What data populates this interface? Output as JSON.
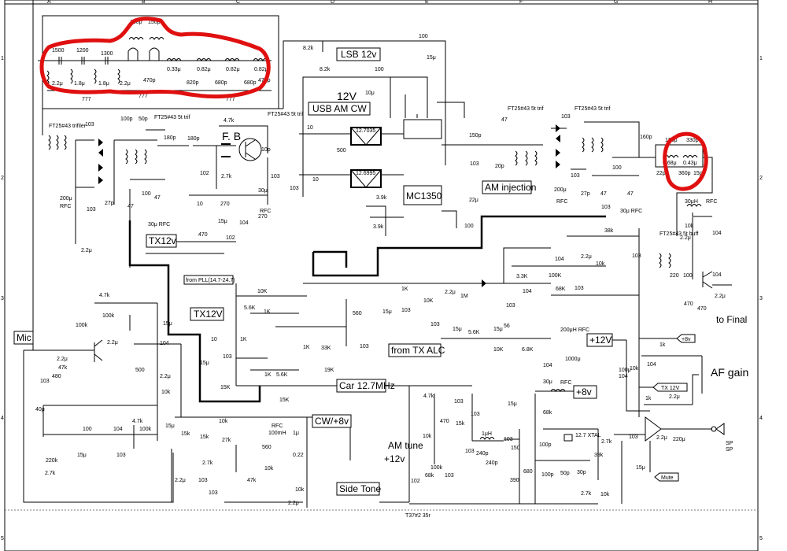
{
  "grid": {
    "columns": [
      "A",
      "B",
      "C",
      "D",
      "E",
      "F",
      "G",
      "H"
    ],
    "rows": [
      "1",
      "2",
      "3",
      "4",
      "5"
    ]
  },
  "boxed_labels": {
    "lsb": "LSB 12v",
    "usb_am_cw": "USB AM CW",
    "v12": "12V",
    "am_injection": "AM injection",
    "tx12v_upper": "TX12v",
    "tx12v_lower": "TX12V",
    "from_pll": "from PLL(14.7-24.7)",
    "from_tx_alc": "from TX ALC",
    "car": "Car 12.7MHz",
    "plus12v": "+12V",
    "plus8v": "+8v",
    "cw8v": "CW/+8v",
    "side_tone": "Side Tone",
    "mic": "Mic",
    "mute": "Mute",
    "tx12v_small": "TX 12V",
    "plus8v_small": "+8v"
  },
  "free_labels": {
    "fb": "F. B",
    "mc1350": "MC1350",
    "to_final": "to Final",
    "af_gain": "AF gain",
    "am_tune": "AM tune",
    "am_tune_v": "+12v",
    "xtal": "12.7 XTAL",
    "footer": "T37#2 35r",
    "sp": "SP",
    "filter1": "12.7035",
    "filter2": "12.6995"
  },
  "transformers": {
    "t1": "FT25#43 trifiler",
    "t2": "FT25#43 5t trif",
    "t3": "FT25#43 5t trif",
    "t4": "FT25#43 5t trif",
    "t5": "FT25#43 5t trif",
    "t6": "FT25#43 5t buff"
  },
  "lpf_values": {
    "caps_top": [
      "150p",
      "150p"
    ],
    "series_caps": [
      "1500",
      "1200",
      "1300"
    ],
    "shunt_ind": [
      "2.2μ",
      "1.8μ",
      "1.8μ",
      "2.2μ"
    ],
    "cap_470": "470p",
    "series_ind": [
      "0.33μ",
      "0.82μ",
      "0.82μ",
      "0.82μ"
    ],
    "shunt_caps": [
      "820p",
      "680p",
      "680p",
      "470p"
    ]
  },
  "bpf_values": {
    "caps": [
      "130p",
      "330p",
      "22p",
      "360p",
      "15p"
    ],
    "inductors": [
      "0.68μ",
      "0.43μ"
    ]
  },
  "component_labels": [
    "8.2k",
    "103",
    "100",
    "15μ",
    "8.2k",
    "103",
    "103",
    "100",
    "10μ",
    "103",
    "100p",
    "50p",
    "180p",
    "180p",
    "4.7k",
    "10p",
    "102",
    "2.7k",
    "103",
    "30μ",
    "RFC",
    "200μ",
    "RFC",
    "103",
    "27p",
    "47",
    "100",
    "47",
    "30μ RFC",
    "2.2μ",
    "10",
    "270",
    "15μ",
    "104",
    "270",
    "470",
    "102",
    "10",
    "10",
    "500",
    "103",
    "103",
    "3.9k",
    "3.9k",
    "103",
    "150p",
    "103",
    "22μ",
    "100",
    "47",
    "20p",
    "103",
    "103",
    "27p",
    "100",
    "47",
    "47",
    "200μ",
    "RFC",
    "30μ",
    "RFC",
    "160p",
    "30μH",
    "RFC",
    "38k",
    "2.2μ",
    "10k",
    "103",
    "104",
    "10k",
    "220",
    "100",
    "470",
    "470",
    "104",
    "2.2μ",
    "10K",
    "5.6K",
    "1K",
    "1K",
    "1K",
    "1K",
    "5.6K",
    "15K",
    "15K",
    "33K",
    "560",
    "19K",
    "103",
    "1K",
    "10K",
    "2.2μ",
    "1M",
    "15μ",
    "103",
    "103",
    "15μ",
    "3.3K",
    "100K",
    "104",
    "103",
    "68K",
    "103",
    "5.6K",
    "15μ",
    "56",
    "10K",
    "6.8K",
    "200μH RFC",
    "104",
    "1000μ",
    "1k",
    "10k",
    "104",
    "100μ",
    "104",
    "4.7k",
    "100k",
    "100k",
    "2.2μ",
    "15μ",
    "104",
    "2.2μ",
    "47k",
    "480",
    "103",
    "500",
    "10k",
    "40μ",
    "220k",
    "2.7k",
    "100",
    "104",
    "103",
    "15μ",
    "4.7k",
    "100k",
    "15μ",
    "15k",
    "15k",
    "10k",
    "27k",
    "2.2μ",
    "103",
    "2.7k",
    "103",
    "47k",
    "RFC 100mH",
    "560",
    "1μ",
    "0.22",
    "10k",
    "10k",
    "2.2μ",
    "4.7k",
    "103",
    "103",
    "470",
    "15k",
    "10k",
    "1μH",
    "103",
    "240p",
    "240p",
    "103",
    "100k",
    "102",
    "68k",
    "103",
    "30μ",
    "RFC",
    "15μ",
    "68k",
    "150",
    "100p",
    "12.7",
    "100p",
    "50p",
    "39k",
    "390",
    "680",
    "30p",
    "2.7k",
    "10k",
    "2.7k",
    "2.2μ",
    "220μ",
    "15μ",
    "1k",
    "2.2μ",
    "103"
  ],
  "annotation_color": "#e01010"
}
